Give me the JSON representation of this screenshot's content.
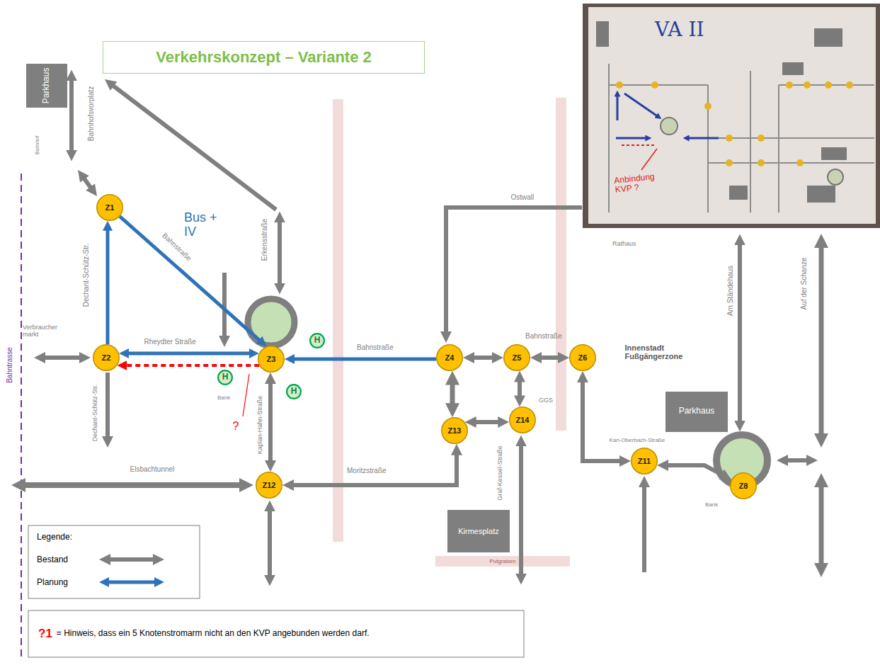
{
  "diagram": {
    "title": "Verkehrskonzept – Variante 2",
    "nodes": [
      {
        "text": [
          "Parkhaus"
        ]
      },
      {
        "text": [
          "Z1"
        ]
      },
      {
        "text": [
          "Z2"
        ]
      },
      {
        "text": [
          "Z3"
        ]
      },
      {
        "text": [
          "H"
        ]
      },
      {
        "text": [
          "H"
        ]
      },
      {
        "text": [
          "H"
        ]
      },
      {
        "text": [
          "Z4"
        ]
      },
      {
        "text": [
          "Z5"
        ]
      },
      {
        "text": [
          "Z6"
        ]
      },
      {
        "text": [
          "Z13"
        ]
      },
      {
        "text": [
          "Z14"
        ]
      },
      {
        "text": [
          "Z12"
        ]
      },
      {
        "text": [
          "Parkhaus"
        ]
      },
      {
        "text": [
          "Z11"
        ]
      },
      {
        "text": [
          "Z8"
        ]
      },
      {
        "text": [
          "Kirmesplatz"
        ]
      },
      {
        "text": [
          "?1",
          "= Hinweis, dass ein 5 Knotenstromarm nicht an den KVP angebunden werden darf."
        ]
      }
    ],
    "edges": [
      {
        "from": 1,
        "to": 3,
        "arrow": "to"
      },
      {
        "from": 2,
        "to": 1,
        "arrow": "to"
      },
      {
        "from": 2,
        "to": 3,
        "arrow": "both"
      },
      {
        "from": 3,
        "to": 2,
        "arrow": "to"
      },
      {
        "from": 7,
        "to": 3,
        "arrow": "to"
      },
      {
        "from": 7,
        "to": 8,
        "arrow": "both"
      },
      {
        "from": 8,
        "to": 9,
        "arrow": "both"
      },
      {
        "from": 8,
        "to": 11,
        "arrow": "both"
      },
      {
        "from": 7,
        "to": 10,
        "arrow": "both"
      },
      {
        "from": 11,
        "to": 10,
        "arrow": "both"
      },
      {
        "from": 3,
        "to": 12,
        "arrow": "both"
      },
      {
        "from": 10,
        "to": 12,
        "arrow": "both"
      },
      {
        "from": 9,
        "to": 14,
        "arrow": "both"
      },
      {
        "from": 14,
        "to": 15,
        "arrow": "both"
      }
    ],
    "labels": [
      "Bahnhofsvorplatz",
      "Bahnhof",
      "Bus + IV",
      "Bahnstraße",
      "Erkensstraße",
      "Dechant-Schütz-Str.",
      "Verbrauchermarkt",
      "Rheydter Straße",
      "Bank",
      "?",
      "Kaplan-Hahn-Straße",
      "Dechant-Schütz-Str.",
      "Bahntrasse",
      "Elsbachtunnel",
      "Moritzstraße",
      "Bahnstraße",
      "Ostwall",
      "Bahnstraße",
      "Rathaus",
      "GGS",
      "Graf-Kessel-Straße",
      "Innenstadt Fußgängerzone",
      "Karl-Oberbach-Straße",
      "Bank",
      "Am Ständehaus",
      "Auf der Schanze",
      "Putgraben",
      "Legende:",
      "VA II",
      "Anbindung KVP ?"
    ],
    "legend": [
      {
        "text": "Bestand"
      },
      {
        "text": "Planung"
      }
    ]
  }
}
